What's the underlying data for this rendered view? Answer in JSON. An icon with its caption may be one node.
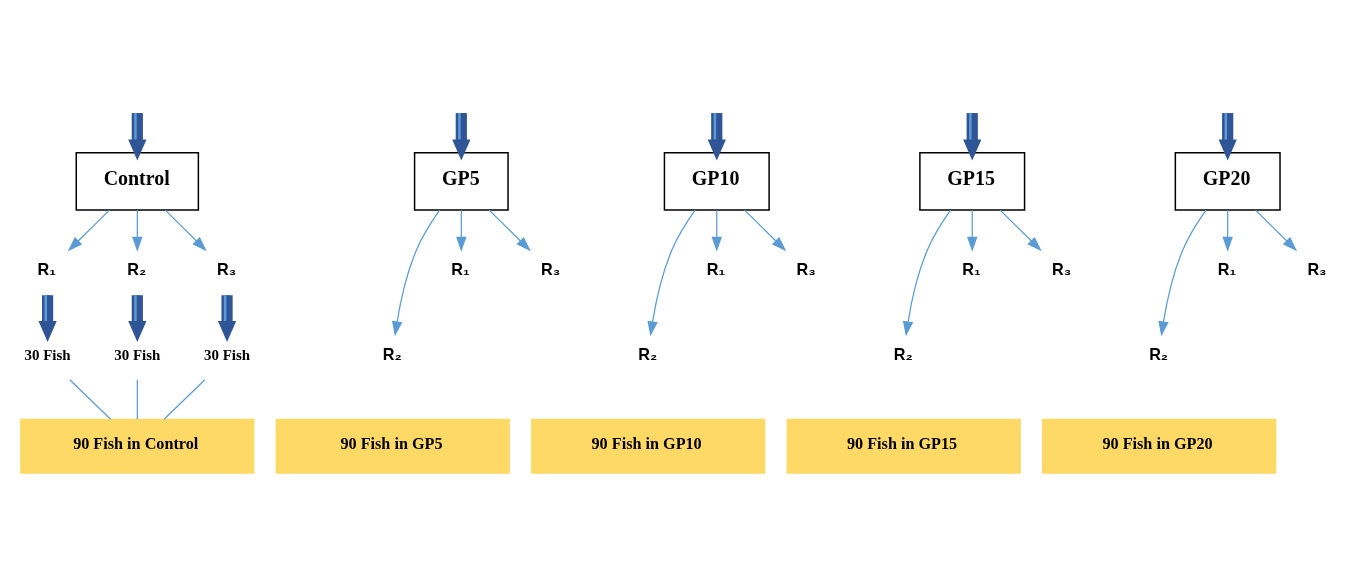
{
  "diagram": {
    "nodes": [
      {
        "text": [
          "Control"
        ]
      },
      {
        "text": [
          "GP5"
        ]
      },
      {
        "text": [
          "GP10"
        ]
      },
      {
        "text": [
          "GP15"
        ]
      },
      {
        "text": [
          "GP20"
        ]
      },
      {
        "text": [
          "R₁"
        ]
      },
      {
        "text": [
          "R₂"
        ]
      },
      {
        "text": [
          "R₃"
        ]
      },
      {
        "text": [
          "R₁"
        ]
      },
      {
        "text": [
          "R₂"
        ]
      },
      {
        "text": [
          "R₃"
        ]
      },
      {
        "text": [
          "R₁"
        ]
      },
      {
        "text": [
          "R₂"
        ]
      },
      {
        "text": [
          "R₃"
        ]
      },
      {
        "text": [
          "R₁"
        ]
      },
      {
        "text": [
          "R₂"
        ]
      },
      {
        "text": [
          "R₃"
        ]
      },
      {
        "text": [
          "R₁"
        ]
      },
      {
        "text": [
          "R₂"
        ]
      },
      {
        "text": [
          "R₃"
        ]
      },
      {
        "text": [
          "30 Fish"
        ]
      },
      {
        "text": [
          "30 Fish"
        ]
      },
      {
        "text": [
          "30 Fish"
        ]
      },
      {
        "text": [
          "90 Fish in Control"
        ]
      },
      {
        "text": [
          "90 Fish in GP5"
        ]
      },
      {
        "text": [
          "90 Fish in GP10"
        ]
      },
      {
        "text": [
          "90 Fish in GP15"
        ]
      },
      {
        "text": [
          "90 Fish in GP20"
        ]
      }
    ],
    "edges": [
      {
        "from": null,
        "to": 0,
        "arrow": "to",
        "style": "thick"
      },
      {
        "from": null,
        "to": 1,
        "arrow": "to",
        "style": "thick"
      },
      {
        "from": null,
        "to": 2,
        "arrow": "to",
        "style": "thick"
      },
      {
        "from": null,
        "to": 3,
        "arrow": "to",
        "style": "thick"
      },
      {
        "from": null,
        "to": 4,
        "arrow": "to",
        "style": "thick"
      },
      {
        "from": 0,
        "to": 5,
        "arrow": "to"
      },
      {
        "from": 0,
        "to": 6,
        "arrow": "to"
      },
      {
        "from": 0,
        "to": 7,
        "arrow": "to"
      },
      {
        "from": 1,
        "to": 8,
        "arrow": "to"
      },
      {
        "from": 1,
        "to": 9,
        "arrow": "to"
      },
      {
        "from": 1,
        "to": 10,
        "arrow": "to"
      },
      {
        "from": 2,
        "to": 11,
        "arrow": "to"
      },
      {
        "from": 2,
        "to": 12,
        "arrow": "to"
      },
      {
        "from": 2,
        "to": 13,
        "arrow": "to"
      },
      {
        "from": 3,
        "to": 14,
        "arrow": "to"
      },
      {
        "from": 3,
        "to": 15,
        "arrow": "to"
      },
      {
        "from": 3,
        "to": 16,
        "arrow": "to"
      },
      {
        "from": 4,
        "to": 17,
        "arrow": "to"
      },
      {
        "from": 4,
        "to": 18,
        "arrow": "to"
      },
      {
        "from": 4,
        "to": 19,
        "arrow": "to"
      },
      {
        "from": 5,
        "to": 20,
        "arrow": "to",
        "style": "thick"
      },
      {
        "from": 6,
        "to": 21,
        "arrow": "to",
        "style": "thick"
      },
      {
        "from": 7,
        "to": 22,
        "arrow": "to",
        "style": "thick"
      },
      {
        "from": 20,
        "to": 23,
        "arrow": "none"
      },
      {
        "from": 21,
        "to": 23,
        "arrow": "none"
      },
      {
        "from": 22,
        "to": 23,
        "arrow": "none"
      }
    ]
  }
}
